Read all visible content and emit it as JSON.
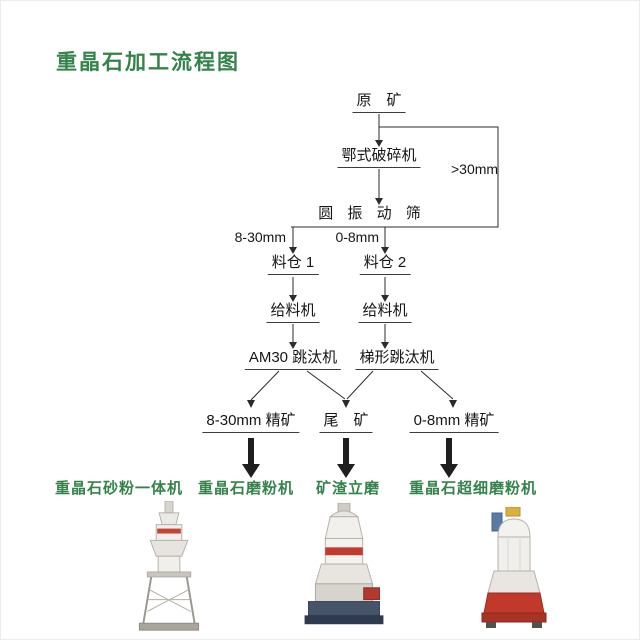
{
  "page": {
    "title": "重晶石加工流程图"
  },
  "flowchart": {
    "nodes": {
      "raw_ore": "原　矿",
      "jaw_crusher": "鄂式破碎机",
      "vibrating_screen": "圆 振 动 筛",
      "bin_1": "料仓 1",
      "bin_2": "料仓 2",
      "feeder_left": "给料机",
      "feeder_right": "给料机",
      "jig_am30": "AM30 跳汰机",
      "jig_trapezoid": "梯形跳汰机",
      "concentrate_coarse": "8-30mm 精矿",
      "tailings": "尾　矿",
      "concentrate_fine": "0-8mm 精矿"
    },
    "labels": {
      "oversize_return": ">30mm",
      "screen_out_coarse": "8-30mm",
      "screen_out_fine": "0-8mm"
    }
  },
  "products": {
    "labels": [
      "重晶石砂粉一体机",
      "重晶石磨粉机",
      "矿渣立磨",
      "重晶石超细磨粉机"
    ]
  },
  "colors": {
    "title_green": "#35834a",
    "line": "#2b2b2b"
  }
}
